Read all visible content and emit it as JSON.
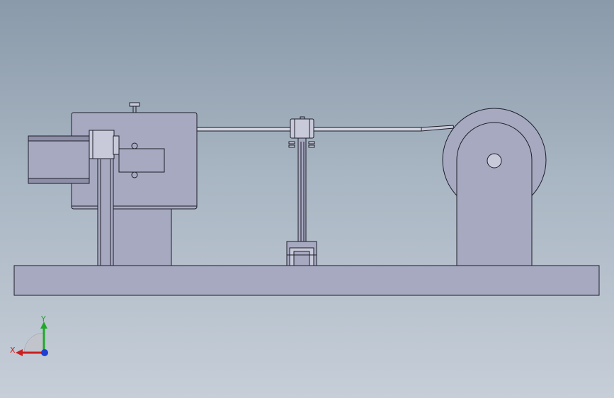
{
  "view": {
    "type": "cad-3d-viewport",
    "orientation": "front",
    "background_top": "#8a9aaa",
    "background_bottom": "#c6ced8",
    "part_color": "#a6a9c0",
    "edge_color": "#1e1e2a"
  },
  "triad": {
    "x_label": "X",
    "y_label": "Y",
    "x_color": "#cc1f1f",
    "y_color": "#1fa82a",
    "z_color": "#1f3fd1"
  }
}
